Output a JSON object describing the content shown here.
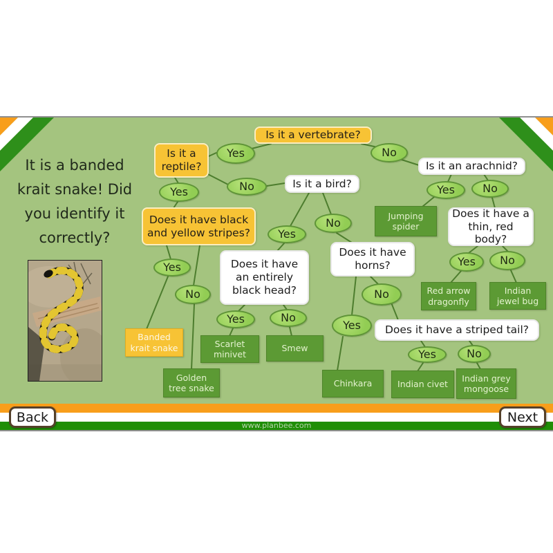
{
  "slide": {
    "title_lines": [
      "It is a banded",
      "krait snake! Did",
      "you identify it",
      "correctly?"
    ],
    "photo_name": "banded-krait-snake-photo"
  },
  "flow": {
    "yes_label": "Yes",
    "no_label": "No",
    "questions": {
      "vertebrate": "Is it a vertebrate?",
      "reptile": "Is it a reptile?",
      "bird": "Is it a bird?",
      "arachnid": "Is it an arachnid?",
      "stripes": "Does it have black and yellow stripes?",
      "black_head": "Does it have an entirely black head?",
      "horns": "Does it have horns?",
      "red_body": "Does it have a thin, red body?",
      "striped_tail": "Does it have a striped tail?"
    },
    "answers": {
      "banded_krait": "Banded krait snake",
      "golden_tree": "Golden tree snake",
      "scarlet_minivet": "Scarlet minivet",
      "smew": "Smew",
      "jumping_spider": "Jumping spider",
      "chinkara": "Chinkara",
      "red_dragonfly": "Red arrow dragonfly",
      "jewel_bug": "Indian jewel bug",
      "indian_civet": "Indian civet",
      "grey_mongoose": "Indian grey mongoose"
    }
  },
  "footer": {
    "back_label": "Back",
    "next_label": "Next",
    "website": "www.planbee.com"
  },
  "colors": {
    "slide_green": "#a4c47f",
    "question_yellow": "#f7c335",
    "answer_green": "#5c9a34",
    "ellipse_green": "#92cd54",
    "flag_orange": "#f89e1b",
    "flag_green": "#1f8e06"
  }
}
